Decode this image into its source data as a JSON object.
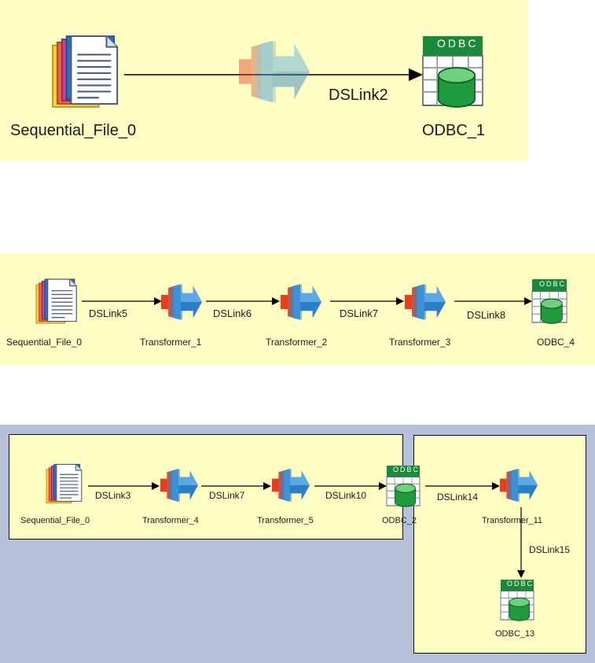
{
  "colors": {
    "canvas": "#fefec4",
    "outer_canvas": "#b7c2da",
    "odbc_green": "#1a8a3a",
    "transformer_red": "#e2401f",
    "transformer_blue": "#2b7fc6",
    "link": "#000000"
  },
  "icons": {
    "sequential_file": "stacked-documents-icon",
    "transformer": "transformer-icon",
    "odbc": "odbc-database-icon"
  },
  "diagram1": {
    "stages": {
      "sequential_file_0": "Sequential_File_0",
      "odbc_1": "ODBC_1"
    },
    "links": {
      "dslink2": "DSLink2"
    },
    "odbc_badge": "ODBC"
  },
  "diagram2": {
    "stages": {
      "sequential_file_0": "Sequential_File_0",
      "transformer_1": "Transformer_1",
      "transformer_2": "Transformer_2",
      "transformer_3": "Transformer_3",
      "odbc_4": "ODBC_4"
    },
    "links": {
      "dslink5": "DSLink5",
      "dslink6": "DSLink6",
      "dslink7": "DSLink7",
      "dslink8": "DSLink8"
    },
    "odbc_badge": "ODBC"
  },
  "diagram3": {
    "stages": {
      "sequential_file_0": "Sequential_File_0",
      "transformer_4": "Transformer_4",
      "transformer_5": "Transformer_5",
      "odbc_2": "ODBC_2",
      "transformer_11": "Transformer_11",
      "odbc_13": "ODBC_13"
    },
    "links": {
      "dslink3": "DSLink3",
      "dslink7": "DSLink7",
      "dslink10": "DSLink10",
      "dslink14": "DSLink14",
      "dslink15": "DSLink15"
    },
    "odbc_badge": "ODBC"
  }
}
